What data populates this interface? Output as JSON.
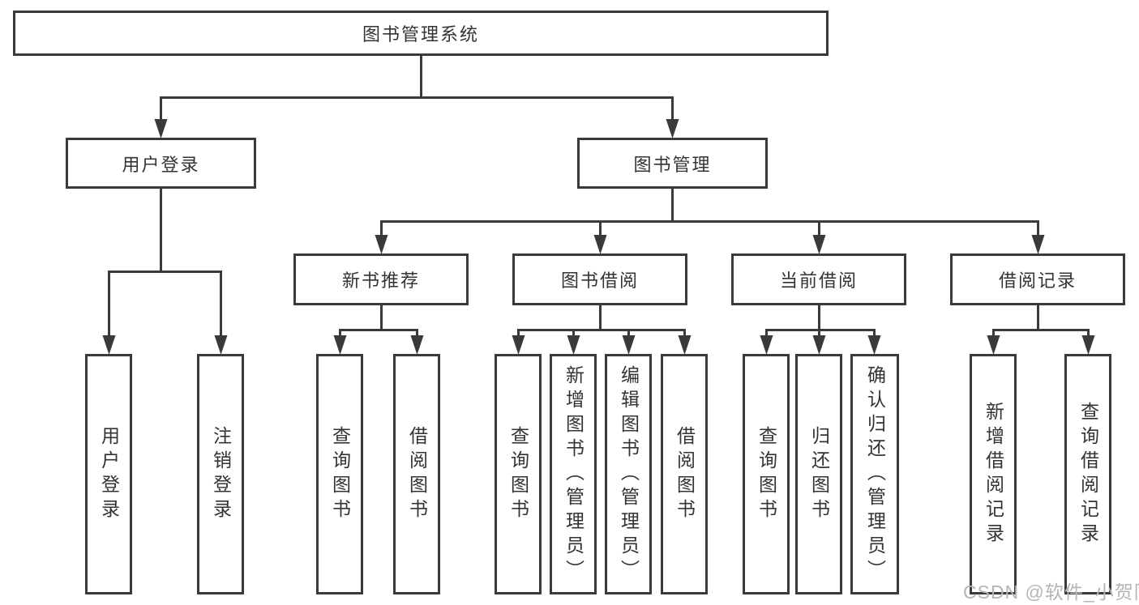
{
  "diagram": {
    "root": {
      "label": "图书管理系统"
    },
    "level2": [
      {
        "label": "用户登录"
      },
      {
        "label": "图书管理"
      }
    ],
    "level3": [
      {
        "label": "新书推荐"
      },
      {
        "label": "图书借阅"
      },
      {
        "label": "当前借阅"
      },
      {
        "label": "借阅记录"
      }
    ],
    "leaves": [
      {
        "label": "用户登录"
      },
      {
        "label": "注销登录"
      },
      {
        "label": "查询图书"
      },
      {
        "label": "借阅图书"
      },
      {
        "label": "查询图书"
      },
      {
        "label": "新增图书（管理员）"
      },
      {
        "label": "编辑图书（管理员）"
      },
      {
        "label": "借阅图书"
      },
      {
        "label": "查询图书"
      },
      {
        "label": "归还图书"
      },
      {
        "label": "确认归还（管理员）"
      },
      {
        "label": "新增借阅记录"
      },
      {
        "label": "查询借阅记录"
      }
    ],
    "watermark": "CSDN @软件_小贺同学",
    "colors": {
      "line": "#3a3a3a",
      "text": "#333333",
      "watermark": "#b5b5b5",
      "background": "#ffffff"
    }
  }
}
